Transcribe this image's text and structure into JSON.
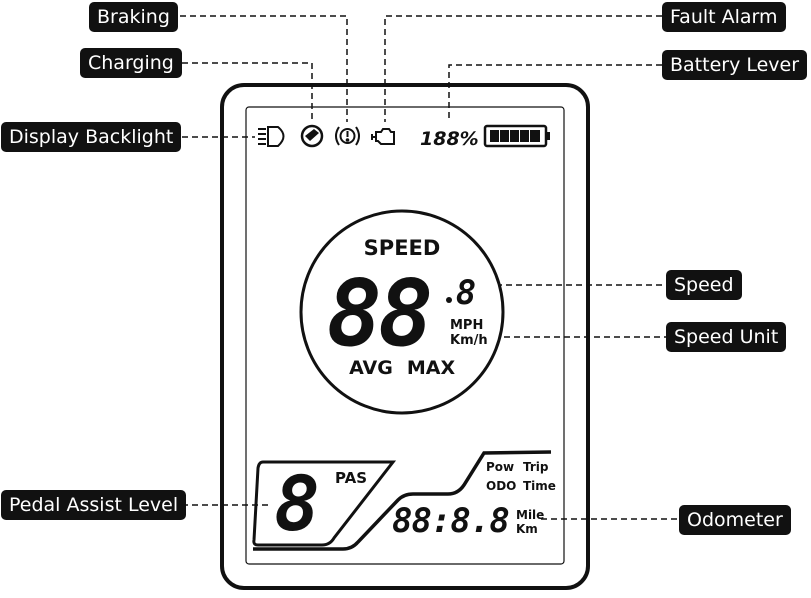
{
  "callouts": {
    "braking": "Braking",
    "fault_alarm": "Fault Alarm",
    "charging": "Charging",
    "battery_lever": "Battery Lever",
    "display_backlight": "Display Backlight",
    "speed": "Speed",
    "speed_unit": "Speed Unit",
    "pedal_assist_level": "Pedal Assist Level",
    "odometer": "Odometer"
  },
  "display": {
    "battery_percent": "188%",
    "speed_title": "SPEED",
    "speed_digits": "88",
    "speed_decimal": "8",
    "unit_mph": "MPH",
    "unit_kmh": "Km/h",
    "avg_label": "AVG",
    "max_label": "MAX",
    "pas_label": "PAS",
    "pas_digit": "8",
    "pow_label": "Pow",
    "trip_label": "Trip",
    "odo_label": "ODO",
    "time_label": "Time",
    "odometer_digits": "88:8.8",
    "mile_label": "Mile",
    "km_label": "Km"
  },
  "colors": {
    "ink": "#111111",
    "background": "#ffffff",
    "callout_text": "#ffffff"
  },
  "icons": [
    "backlight-icon",
    "charging-icon",
    "brake-warning-icon",
    "engine-fault-icon",
    "battery-icon"
  ]
}
